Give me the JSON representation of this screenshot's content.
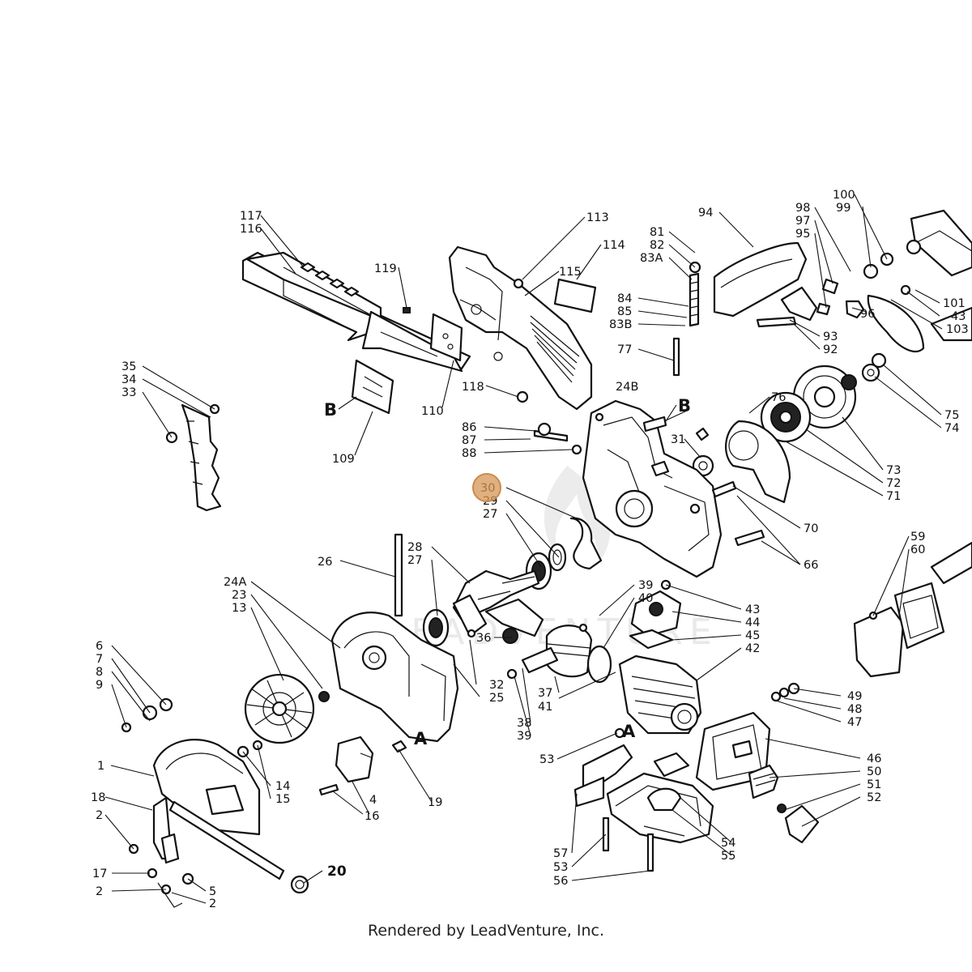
{
  "footer": {
    "credit": "Rendered by LeadVenture, Inc."
  },
  "watermark": {
    "text": "LEADVENTURE"
  },
  "highlight": {
    "part_number": "30",
    "color": "#d69654"
  },
  "section_marks": [
    "B",
    "B",
    "A",
    "A"
  ],
  "callouts": [
    "117",
    "116",
    "119",
    "113",
    "114",
    "115",
    "110",
    "118",
    "109",
    "35",
    "34",
    "33",
    "81",
    "82",
    "83A",
    "84",
    "85",
    "83B",
    "77",
    "94",
    "98",
    "97",
    "95",
    "100",
    "99",
    "101",
    "43",
    "103",
    "93",
    "92",
    "96",
    "75",
    "74",
    "24B",
    "86",
    "87",
    "88",
    "76",
    "31",
    "73",
    "72",
    "71",
    "70",
    "66",
    "30",
    "29",
    "27",
    "28",
    "27",
    "26",
    "24A",
    "23",
    "13",
    "39",
    "40",
    "43",
    "44",
    "45",
    "42",
    "36",
    "37",
    "41",
    "38",
    "39",
    "32",
    "25",
    "6",
    "7",
    "8",
    "9",
    "14",
    "15",
    "1",
    "18",
    "2",
    "17",
    "2",
    "5",
    "2",
    "20",
    "4",
    "16",
    "19",
    "49",
    "48",
    "47",
    "46",
    "50",
    "51",
    "52",
    "53",
    "54",
    "55",
    "57",
    "53",
    "56",
    "59",
    "60"
  ]
}
